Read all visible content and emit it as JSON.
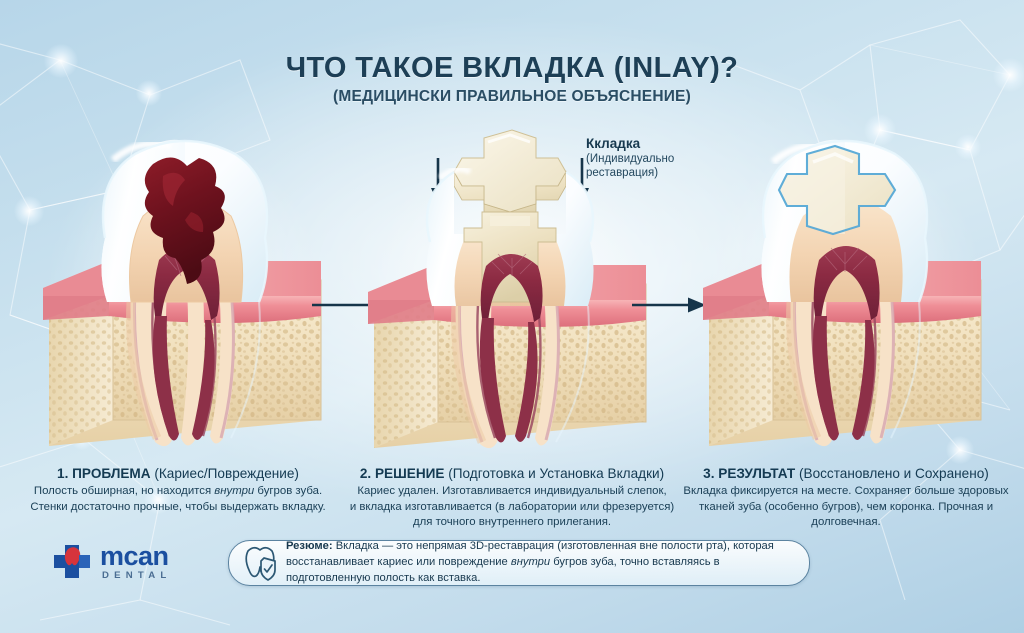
{
  "header": {
    "title": "ЧТО ТАКОЕ ВКЛАДКА (INLAY)?",
    "subtitle": "(МЕДИЦИНСКИ ПРАВИЛЬНОЕ ОБЪЯСНЕНИЕ)"
  },
  "callout": {
    "title": "Ккладка",
    "sub_line1": "(Индивидуально",
    "sub_line2": "реставрация)"
  },
  "panels": [
    {
      "number": "1.",
      "keyword": "ПРОБЛЕМА",
      "paren": "(Кариес/Повреждение)",
      "body_line1_a": "Полость обширная, но находится ",
      "body_line1_i": "внутри",
      "body_line1_b": " бугров зуба.",
      "body_line2": "Стенки достаточно прочные, чтобы выдержать вкладку."
    },
    {
      "number": "2.",
      "keyword": "РЕШЕНИЕ",
      "paren": "(Подготовка и Установка Вкладки)",
      "body_line1": "Кариес удален. Изготавливается индивидуальный слепок,",
      "body_line2": "и вкладка изготавливается (в лаборатории или фрезеруется)",
      "body_line3": "для точного внутреннего прилегания."
    },
    {
      "number": "3.",
      "keyword": "РЕЗУЛЬТАТ",
      "paren": "(Восстановлено и Сохранено)",
      "body_line1": "Вкладка фиксируется на месте. Сохраняет больше здоровых",
      "body_line2": "тканей зуба (особенно бугров), чем коронка. Прочная и долговечная."
    }
  ],
  "logo": {
    "name": "mcan",
    "tagline": "DENTAL",
    "mark": "medical-cross-tooth-icon"
  },
  "summary": {
    "label": "Резюме:",
    "text_a": " Вкладка — это непрямая 3D-реставрация (изготовленная вне полости рта), которая восстанавливает кариес или повреждение ",
    "text_i": "внутри",
    "text_b": " бугров зуба, точно вставляясь в подготовленную полость как вставка.",
    "icon": "tooth-shield-check-icon"
  },
  "colors": {
    "background_light": "#d6e9f3",
    "background_deep": "#aecfe4",
    "title_navy": "#1d3f56",
    "arrow_navy": "#16354a",
    "enamel": "#ffffff",
    "dentin": "#f6dcc0",
    "pulp": "#8e3046",
    "gum_pink": "#ef8f97",
    "bone_beige": "#f3e4c4",
    "inlay_cream": "#efe6cc",
    "caries_dark_red": "#7d1622",
    "logo_blue": "#1b4fa0",
    "logo_red": "#d6343c",
    "margin_blue": "#4aa6d8"
  }
}
